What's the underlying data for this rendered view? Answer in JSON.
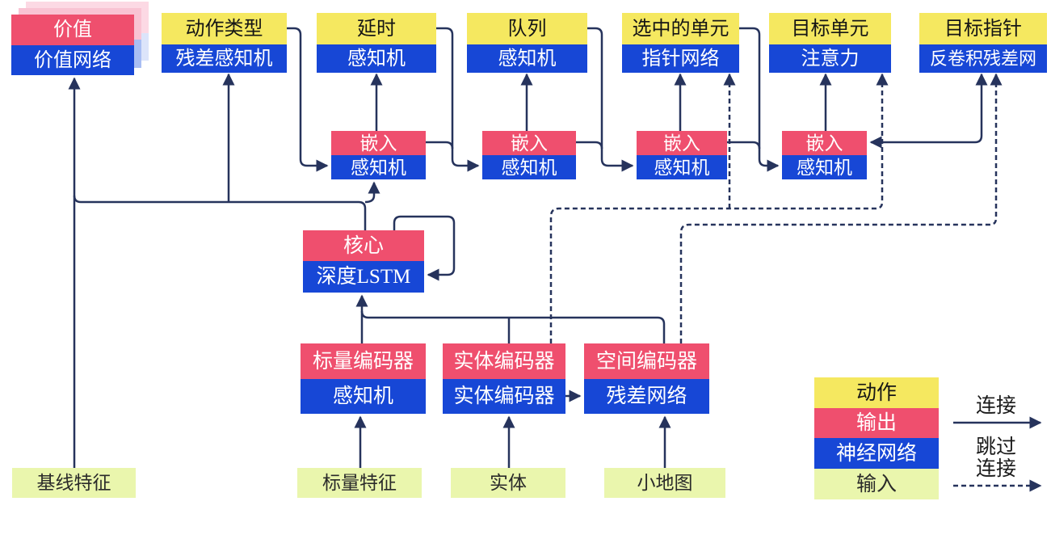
{
  "nodes": {
    "value": {
      "action": "价值",
      "network": "价值网络"
    },
    "action_type": {
      "action": "动作类型",
      "network": "残差感知机"
    },
    "delay": {
      "action": "延时",
      "network": "感知机"
    },
    "queue": {
      "action": "队列",
      "network": "感知机"
    },
    "selected_units": {
      "action": "选中的单元",
      "network": "指针网络"
    },
    "target_unit": {
      "action": "目标单元",
      "network": "注意力"
    },
    "target_point": {
      "action": "目标指针",
      "network": "反卷积残差网"
    },
    "embed1": {
      "output": "嵌入",
      "network": "感知机"
    },
    "embed2": {
      "output": "嵌入",
      "network": "感知机"
    },
    "embed3": {
      "output": "嵌入",
      "network": "感知机"
    },
    "embed4": {
      "output": "嵌入",
      "network": "感知机"
    },
    "core": {
      "output": "核心",
      "network": "深度LSTM"
    },
    "scalar_encoder": {
      "output": "标量编码器",
      "network": "感知机"
    },
    "entity_encoder": {
      "output": "实体编码器",
      "network": "实体编码器"
    },
    "spatial_encoder": {
      "output": "空间编码器",
      "network": "残差网络"
    },
    "baseline_features": {
      "label": "基线特征"
    },
    "scalar_features": {
      "label": "标量特征"
    },
    "entities": {
      "label": "实体"
    },
    "minimap": {
      "label": "小地图"
    }
  },
  "legend": {
    "action": "动作",
    "output": "输出",
    "network": "神经网络",
    "input": "输入",
    "connection": "连接",
    "skip_line1": "跳过",
    "skip_line2": "连接"
  },
  "colors": {
    "action": "#f5e860",
    "output": "#ef4f6e",
    "network": "#1747d6",
    "input": "#eaf6ad",
    "line": "#26335c"
  }
}
